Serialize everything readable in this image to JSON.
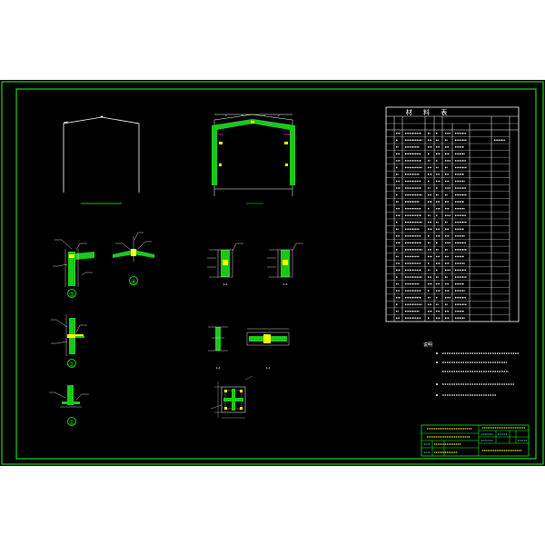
{
  "drawing": {
    "callouts": {
      "node3": "③",
      "node4": "④",
      "node2": "②",
      "node1": "①"
    },
    "section_marks": {
      "s1": "1-1",
      "s2": "2-2",
      "s3": "3-3",
      "s4": "4-4"
    },
    "table": {
      "title": "材 料 表"
    },
    "notes": {
      "heading": "说明"
    }
  },
  "colors": {
    "frame": "#19ff19",
    "steel": "#19c919",
    "line": "#ffffff",
    "yellow": "#ffff00",
    "magenta": "#ff33ff",
    "cyan": "#33ffff"
  }
}
